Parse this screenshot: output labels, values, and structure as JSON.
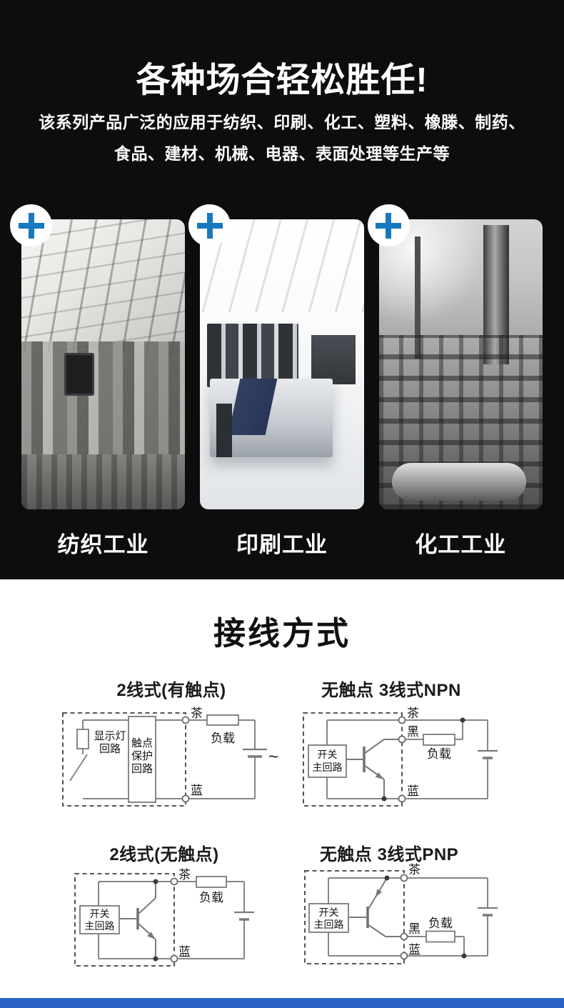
{
  "hero": {
    "title": "各种场合轻松胜任!",
    "subtitle_line1": "该系列产品广泛的应用于纺织、印刷、化工、塑料、橡滕、制药、",
    "subtitle_line2": "食品、建材、机械、电器、表面处理等生产等",
    "industries": [
      {
        "label": "纺织工业",
        "icon": "plus-icon"
      },
      {
        "label": "印刷工业",
        "icon": "plus-icon"
      },
      {
        "label": "化工工业",
        "icon": "plus-icon"
      }
    ]
  },
  "wiring": {
    "title": "接线方式",
    "diagrams": [
      {
        "title": "2线式(有触点)",
        "labels": {
          "terminal_top": "茶",
          "terminal_bottom": "蓝",
          "load": "负载",
          "lamp_line1": "显示灯",
          "lamp_line2": "回路",
          "protect_line1": "触点",
          "protect_line2": "保护",
          "protect_line3": "回路",
          "ac_symbol": "~"
        }
      },
      {
        "title": "无触点 3线式NPN",
        "labels": {
          "terminal_top": "茶",
          "terminal_mid": "黑",
          "terminal_bottom": "蓝",
          "load": "负载",
          "switch_line1": "开关",
          "switch_line2": "主回路"
        }
      },
      {
        "title": "2线式(无触点)",
        "labels": {
          "terminal_top": "茶",
          "terminal_bottom": "蓝",
          "load": "负载",
          "switch_line1": "开关",
          "switch_line2": "主回路"
        }
      },
      {
        "title": "无触点 3线式PNP",
        "labels": {
          "terminal_top": "茶",
          "terminal_mid": "黑",
          "terminal_bottom": "蓝",
          "load": "负载",
          "switch_line1": "开关",
          "switch_line2": "主回路"
        }
      }
    ]
  },
  "colors": {
    "hero_background": "#0d0d0d",
    "plus_icon_blue": "#1878be",
    "footer_bar_blue": "#2c62c8",
    "print_machine_navy": "#2c3e63"
  }
}
